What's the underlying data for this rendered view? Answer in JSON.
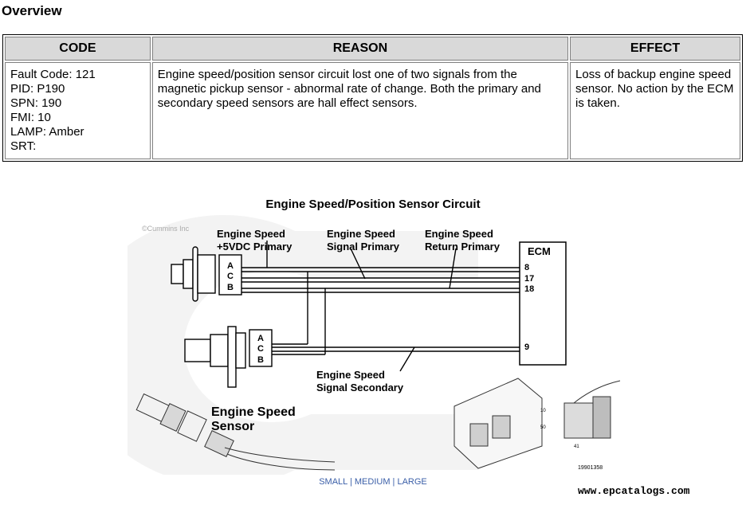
{
  "heading": "Overview",
  "table": {
    "headers": {
      "code": "CODE",
      "reason": "REASON",
      "effect": "EFFECT"
    },
    "code_lines": [
      "Fault Code: 121",
      "PID: P190",
      "SPN: 190",
      "FMI: 10",
      "LAMP: Amber",
      "SRT:"
    ],
    "reason": "Engine speed/position sensor circuit lost one of two signals from the magnetic pickup sensor - abnormal rate of change. Both the primary and secondary speed sensors are hall effect sensors.",
    "effect": "Loss of backup engine speed sensor. No action by the ECM is taken."
  },
  "figure": {
    "title": "Engine Speed/Position Sensor Circuit",
    "copyright": "©Cummins Inc",
    "labels": {
      "plus5v_line1": "Engine Speed",
      "plus5v_line2": "+5VDC Primary",
      "signal_primary_line1": "Engine Speed",
      "signal_primary_line2": "Signal Primary",
      "return_primary_line1": "Engine Speed",
      "return_primary_line2": "Return Primary",
      "signal_secondary_line1": "Engine Speed",
      "signal_secondary_line2": "Signal Secondary",
      "sensor_line1": "Engine Speed",
      "sensor_line2": "Sensor"
    },
    "ecm": {
      "label": "ECM",
      "pins": [
        "8",
        "17",
        "18",
        "9"
      ]
    },
    "connector_pins": [
      "A",
      "C",
      "B"
    ],
    "connector_numbers": [
      "10",
      "50",
      "41"
    ],
    "figure_number": "19901358"
  },
  "size_links": {
    "small": "SMALL",
    "medium": "MEDIUM",
    "large": "LARGE",
    "separator": "|"
  },
  "watermark": "www.epcatalogs.com"
}
